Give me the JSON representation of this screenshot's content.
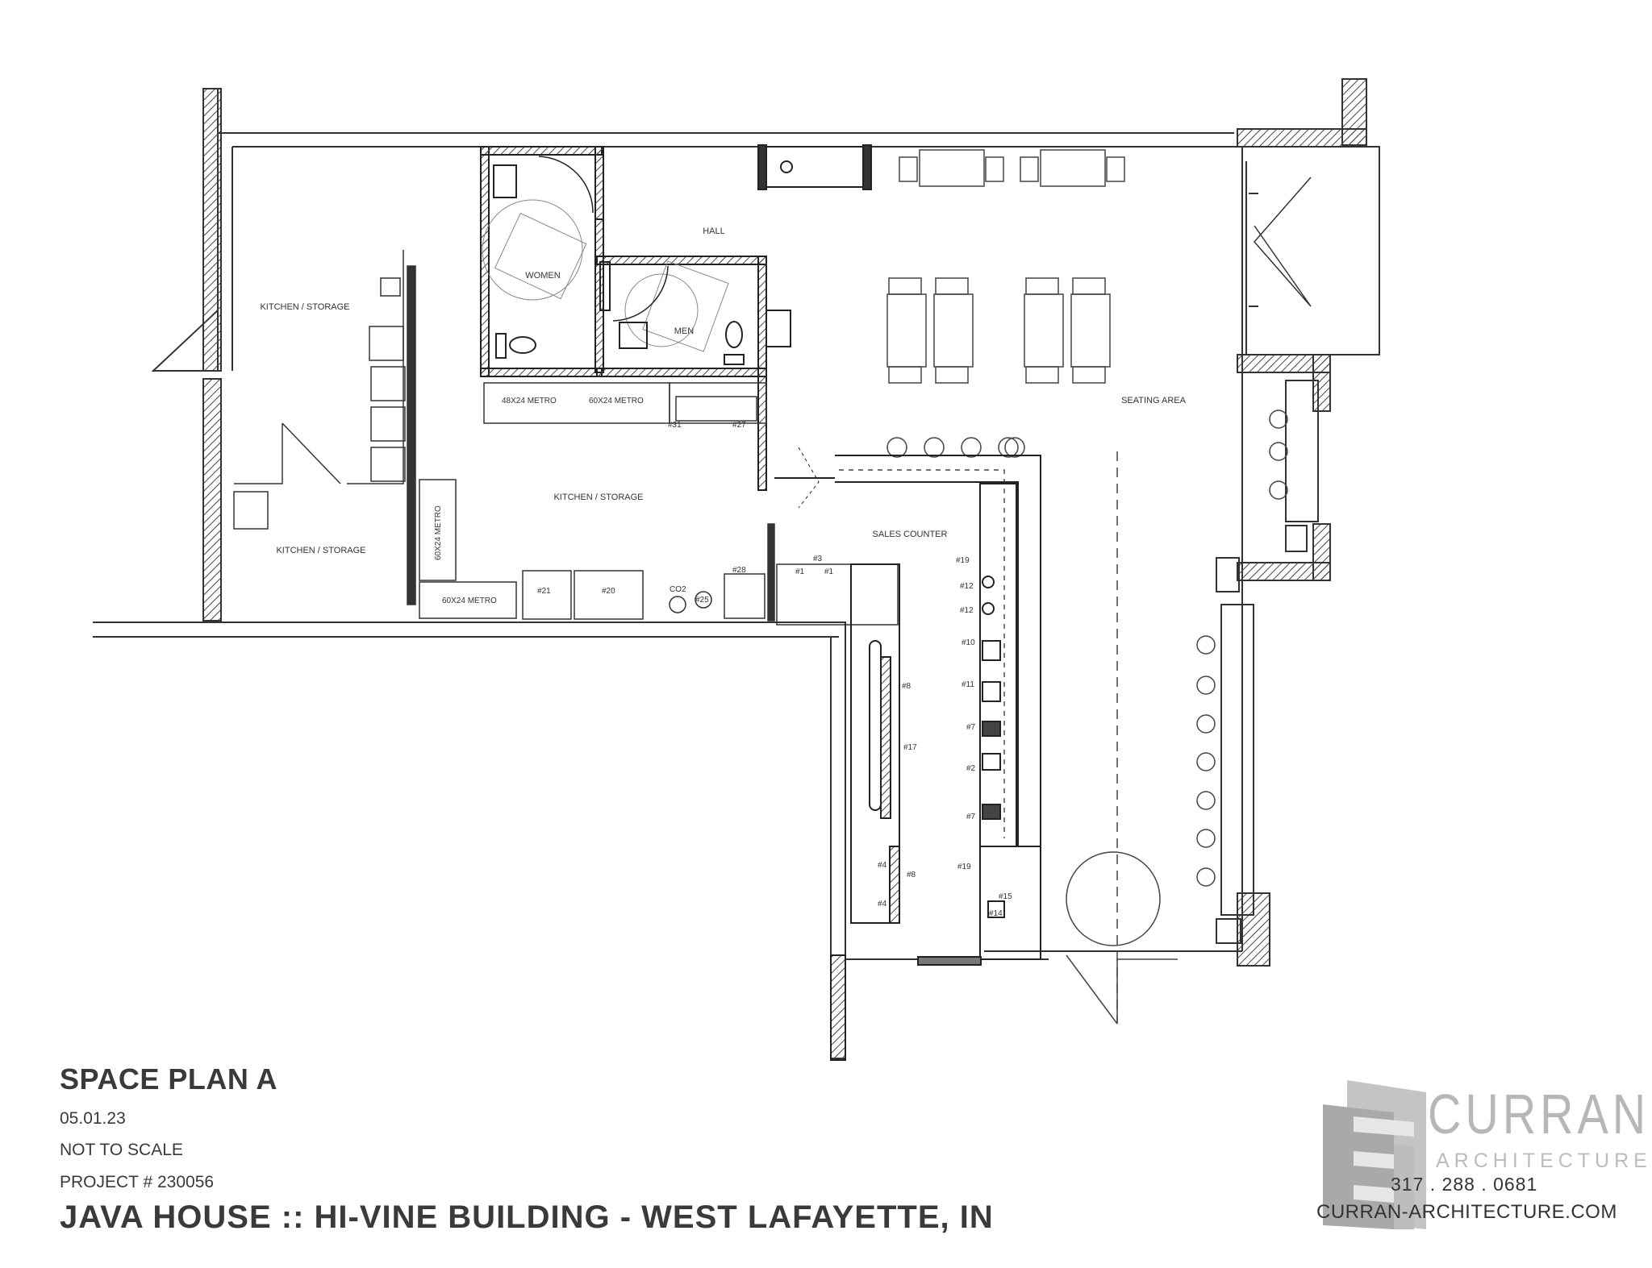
{
  "rooms": {
    "hall": "HALL",
    "women": "WOMEN",
    "men": "MEN",
    "kitchen_storage_top": "KITCHEN / STORAGE",
    "kitchen_storage_center": "KITCHEN / STORAGE",
    "kitchen_storage_lower": "KITCHEN / STORAGE",
    "sales_counter": "SALES COUNTER",
    "seating_area": "SEATING AREA"
  },
  "shelving": {
    "metro_48x24": "48X24 METRO",
    "metro_60x24_top": "60X24 METRO",
    "metro_60x24_vertical": "60X24 METRO",
    "metro_60x24_bottom": "60X24 METRO"
  },
  "equipment_tags": {
    "t31": "#31",
    "t27": "#27",
    "t21": "#21",
    "t20": "#20",
    "co2": "CO2",
    "t25": "#25",
    "t28": "#28",
    "t3": "#3",
    "t1a": "#1",
    "t1b": "#1",
    "t8a": "#8",
    "t17": "#17",
    "t4a": "#4",
    "t4b": "#4",
    "t8b": "#8",
    "t19a": "#19",
    "t12a": "#12",
    "t12b": "#12",
    "t10": "#10",
    "t11": "#11",
    "t7a": "#7",
    "t2": "#2",
    "t7b": "#7",
    "t19b": "#19",
    "t15": "#15",
    "t14": "#14"
  },
  "title_block": {
    "title": "SPACE PLAN A",
    "date": "05.01.23",
    "scale_note": "NOT TO SCALE",
    "project_number": "PROJECT # 230056",
    "project_name": "JAVA HOUSE  ::  HI-VINE BUILDING - WEST LAFAYETTE, IN"
  },
  "logo": {
    "name": "CURRAN",
    "subtitle": "ARCHITECTURE",
    "phone": "317 . 288 . 0681",
    "url": "CURRAN-ARCHITECTURE.COM",
    "icon": "curran-building-mark-icon",
    "color": "#b3b3b3"
  }
}
